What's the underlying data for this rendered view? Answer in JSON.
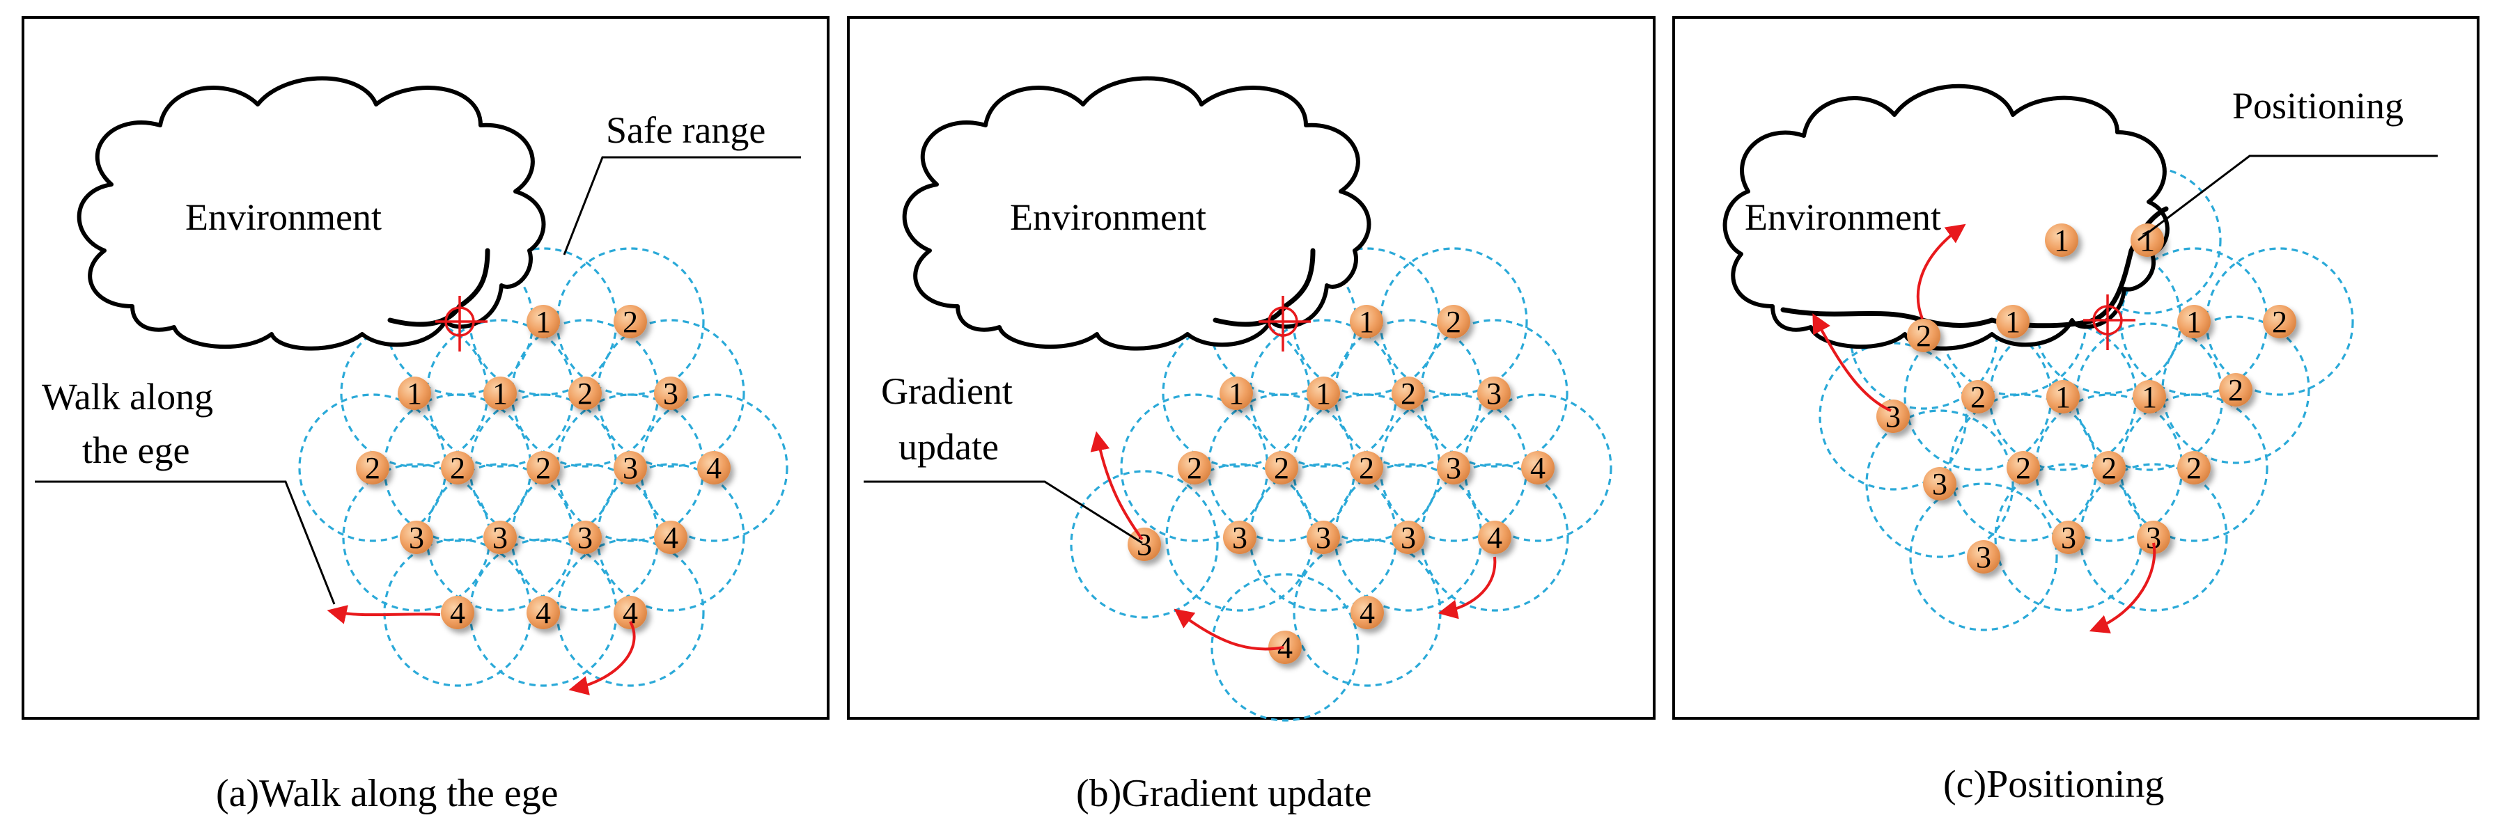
{
  "panels": [
    {
      "id": "a",
      "environment_label": "Environment",
      "caption": "(a)Walk along the ege",
      "labels": [
        "Safe range",
        "Walk along",
        "the ege"
      ],
      "nodes": [
        "1",
        "2",
        "1",
        "1",
        "2",
        "3",
        "2",
        "2",
        "2",
        "3",
        "4",
        "3",
        "3",
        "3",
        "4",
        "4",
        "4",
        "4"
      ]
    },
    {
      "id": "b",
      "environment_label": "Environment",
      "caption": "(b)Gradient update",
      "labels": [
        "Gradient",
        "update"
      ],
      "nodes": [
        "1",
        "2",
        "1",
        "1",
        "2",
        "3",
        "2",
        "2",
        "2",
        "3",
        "4",
        "3",
        "3",
        "3",
        "3",
        "4",
        "4",
        "4"
      ]
    },
    {
      "id": "c",
      "environment_label": "Environment",
      "caption": "(c)Positioning",
      "labels": [
        "Positioning"
      ],
      "nodes": [
        "1",
        "1",
        "2",
        "1",
        "1",
        "2",
        "3",
        "2",
        "1",
        "1",
        "2",
        "3",
        "2",
        "2",
        "2",
        "3",
        "3",
        "3"
      ]
    }
  ],
  "colors": {
    "range_circle": "#2aa9d8",
    "node_fill": "#f0a868",
    "arrow": "#e8191c",
    "cross": "#e8191c"
  }
}
